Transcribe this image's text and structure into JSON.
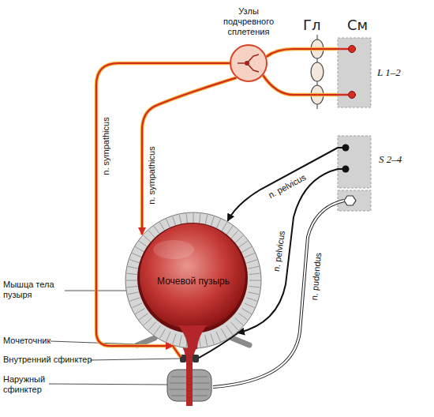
{
  "diagram": {
    "nodes": [
      {
        "text": [
          "Узлы подчревного сплетения"
        ]
      },
      {
        "text": [
          "L 1–2"
        ]
      },
      {
        "text": [
          "S 2–4"
        ]
      },
      {
        "text": [
          "Мочевой пузырь"
        ]
      }
    ],
    "edges": [
      {
        "from": 1,
        "to": 0,
        "arrow": "none"
      },
      {
        "from": 1,
        "to": 0,
        "arrow": "none"
      },
      {
        "from": 0,
        "to": 3,
        "label": "n. sympathicus",
        "arrow": "to"
      },
      {
        "from": 0,
        "to": 3,
        "label": "n. sympathicus",
        "arrow": "to"
      },
      {
        "from": 2,
        "to": 3,
        "label": "n. pelvicus",
        "arrow": "to"
      },
      {
        "from": 2,
        "to": 3,
        "label": "n. pelvicus",
        "arrow": "to"
      }
    ],
    "labels": [
      "Гл",
      "См",
      "n. pudendus",
      "Мышца тела пузыря",
      "Мочеточник",
      "Внутренний сфинктер",
      "Наружный сфинктер"
    ]
  }
}
